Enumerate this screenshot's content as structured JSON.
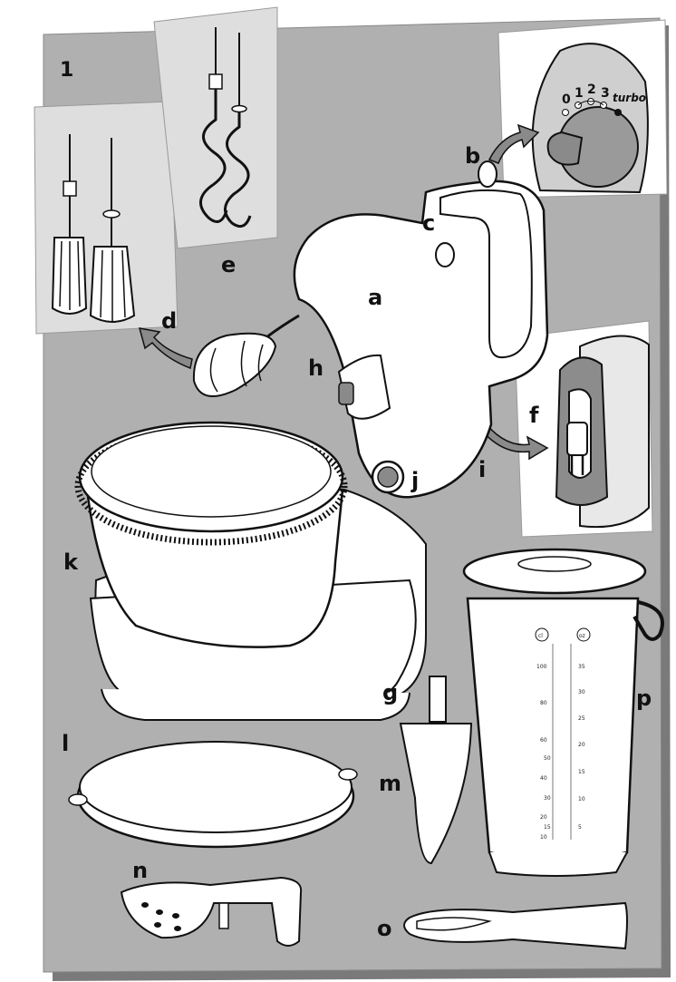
{
  "figure_number": "1",
  "parts": {
    "a": "a",
    "b": "b",
    "c": "c",
    "d": "d",
    "e": "e",
    "f": "f",
    "g": "g",
    "h": "h",
    "i": "i",
    "j": "j",
    "k": "k",
    "l": "l",
    "m": "m",
    "n": "n",
    "o": "o",
    "p": "p"
  },
  "speed_dial": {
    "positions": [
      "0",
      "1",
      "2",
      "3",
      "turbo"
    ]
  },
  "jug_scale": {
    "units_left": "cl",
    "units_right": "oz",
    "left_marks": [
      "100",
      "80",
      "60",
      "50",
      "40",
      "30",
      "20",
      "15",
      "10"
    ],
    "right_marks": [
      "35",
      "30",
      "25",
      "20",
      "15",
      "10",
      "5"
    ]
  },
  "colors": {
    "background_panel": "#a9a9a9",
    "inset_panel": "#dcdcdc",
    "line": "#111111",
    "arrow": "#8a8a8a",
    "fill_white": "#ffffff"
  }
}
